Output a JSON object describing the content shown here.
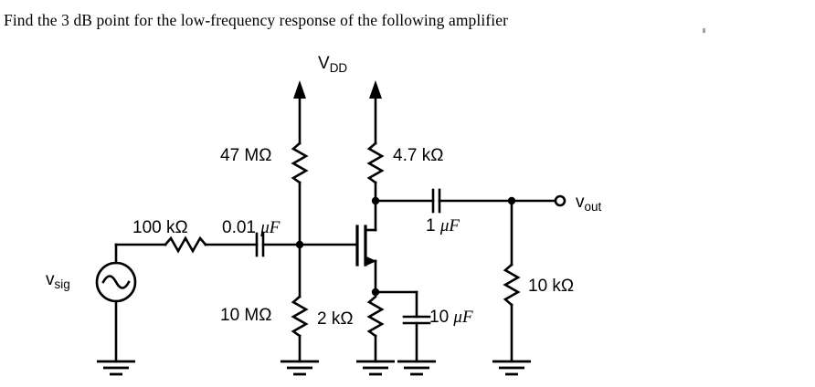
{
  "prompt": {
    "text": "Find the 3 dB point for the low-frequency response of the following amplifier"
  },
  "circuit": {
    "title_node": "VDD",
    "supply_label_main": "V",
    "supply_label_sub": "DD",
    "source": {
      "name_main": "v",
      "name_sub": "sig",
      "symbol": "ac-sine-source"
    },
    "output": {
      "name_main": "v",
      "name_sub": "out",
      "symbol": "open-terminal"
    },
    "components": [
      {
        "id": "rsig",
        "label": "100 kΩ",
        "type": "resistor"
      },
      {
        "id": "cin",
        "label": "0.01 μF",
        "type": "capacitor"
      },
      {
        "id": "rg1",
        "label": "47 MΩ",
        "type": "resistor"
      },
      {
        "id": "rg2",
        "label": "10 MΩ",
        "type": "resistor"
      },
      {
        "id": "rd",
        "label": "4.7 kΩ",
        "type": "resistor"
      },
      {
        "id": "rs",
        "label": "2 kΩ",
        "type": "resistor"
      },
      {
        "id": "cs",
        "label": "10 μF",
        "type": "capacitor"
      },
      {
        "id": "cout",
        "label": "1 μF",
        "type": "capacitor"
      },
      {
        "id": "rl",
        "label": "10 kΩ",
        "type": "resistor"
      }
    ],
    "labels": {
      "rsig": "100 kΩ",
      "cin_value": "0.01",
      "cin_unit": "μF",
      "rg1": "47 MΩ",
      "rg2": "10 MΩ",
      "rd": "4.7 kΩ",
      "rs": "2 kΩ",
      "cs_value": "10",
      "cs_unit": "μF",
      "cout_value": "1",
      "cout_unit": "μF",
      "rl": "10 kΩ"
    },
    "transistor": {
      "type": "n-channel-mosfet"
    },
    "colors": {
      "ink": "#000000",
      "background": "#ffffff"
    }
  }
}
